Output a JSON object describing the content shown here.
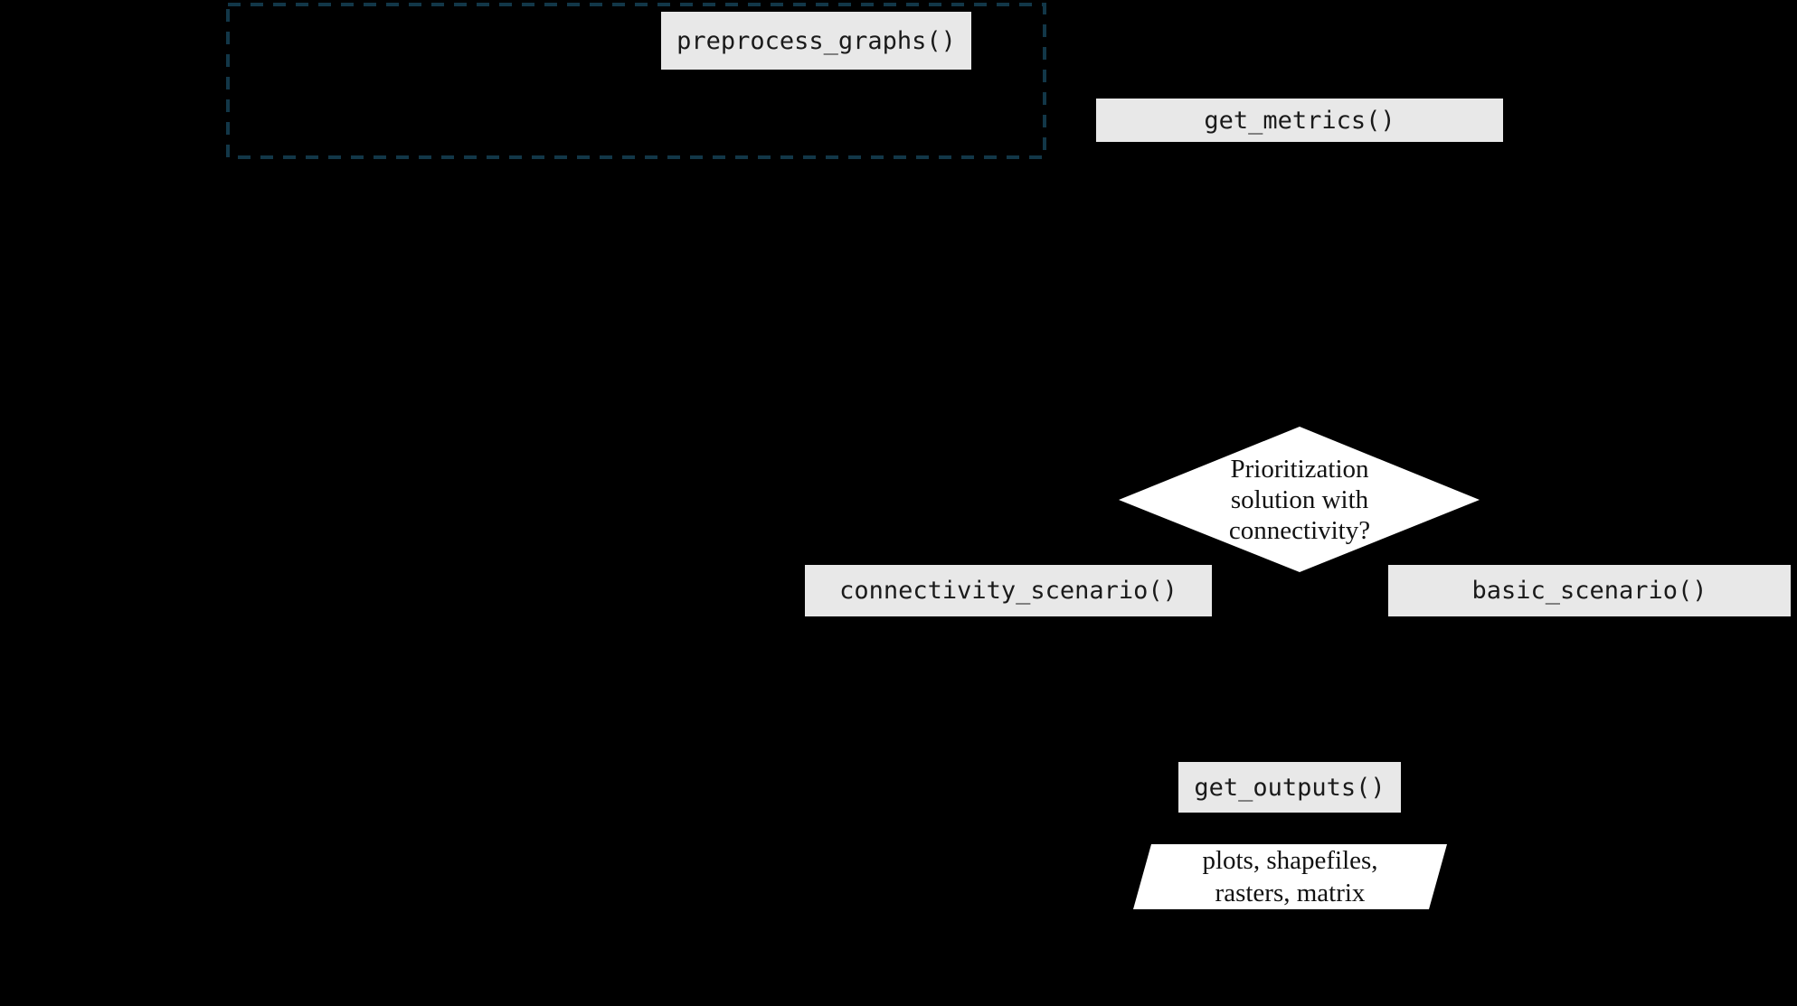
{
  "colors": {
    "background": "#000000",
    "node_bg": "#e8e8e8",
    "node_text": "#1a1a1a",
    "shape_fill": "#ffffff",
    "shape_text": "#111111",
    "dashed_border": "#123748"
  },
  "nodes": {
    "preprocess_graphs": {
      "label": "preprocess_graphs()"
    },
    "get_metrics": {
      "label": "get_metrics()"
    },
    "decision": {
      "lines": [
        "Prioritization",
        "solution with",
        "connectivity?"
      ]
    },
    "connectivity_scenario": {
      "label": "connectivity_scenario()"
    },
    "basic_scenario": {
      "label": "basic_scenario()"
    },
    "get_outputs": {
      "label": "get_outputs()"
    },
    "outputs": {
      "lines": [
        "plots, shapefiles,",
        "rasters, matrix"
      ]
    }
  }
}
